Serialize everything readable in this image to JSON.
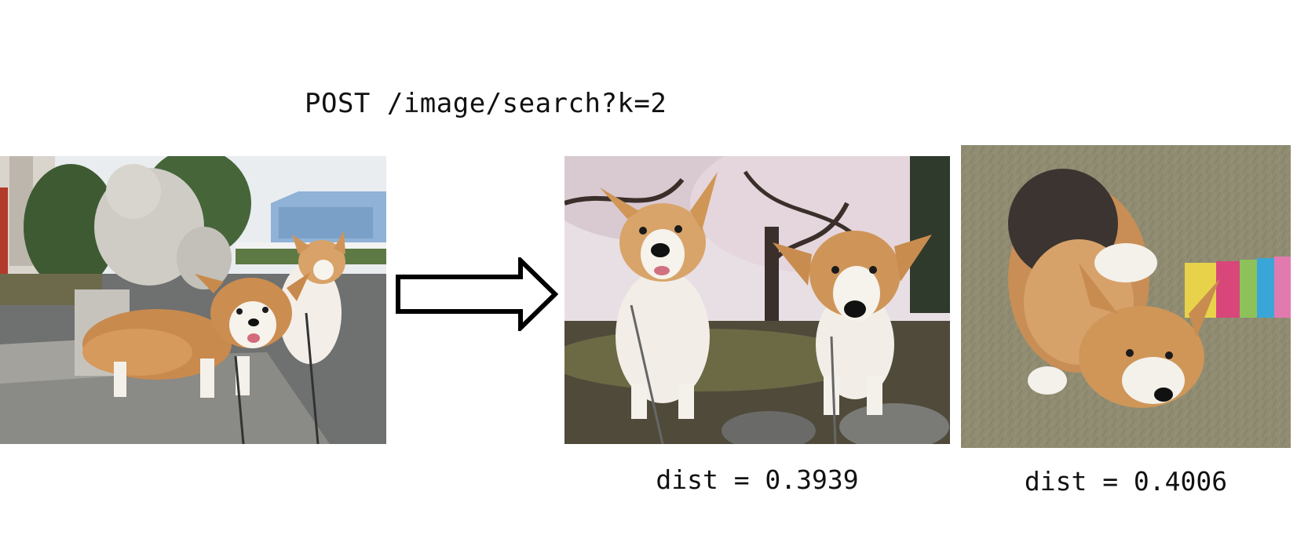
{
  "request": {
    "label": "POST /image/search?k=2"
  },
  "query": {
    "icon": "corgi-pair-photo"
  },
  "arrow": {
    "icon": "right-arrow-icon"
  },
  "results": [
    {
      "icon": "corgi-pair-cherry-blossom-photo",
      "dist_label": "dist = 0.3939"
    },
    {
      "icon": "corgi-lying-grass-photo",
      "dist_label": "dist = 0.4006"
    }
  ],
  "colors": {
    "text": "#111111",
    "arrow_stroke": "#000000",
    "background": "#ffffff"
  }
}
